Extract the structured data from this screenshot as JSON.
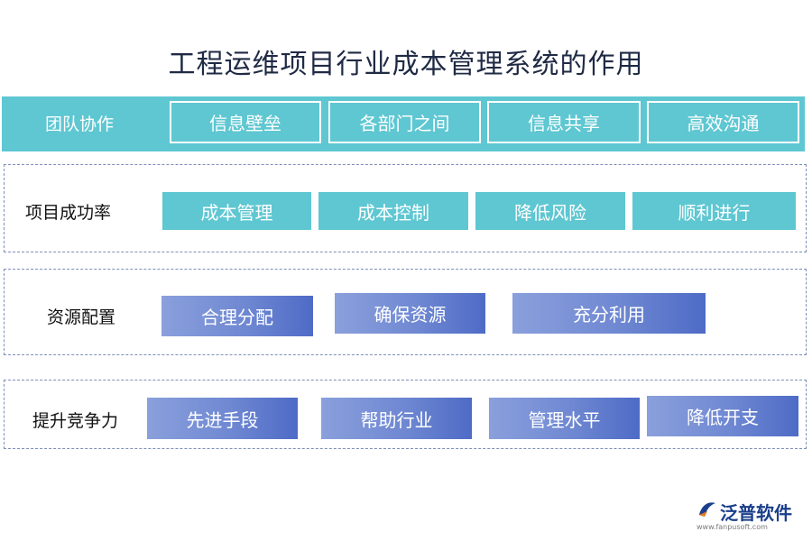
{
  "title": "工程运维项目行业成本管理系统的作用",
  "rows": [
    {
      "label": "团队协作",
      "items": [
        "信息壁垒",
        "各部门之间",
        "信息共享",
        "高效沟通"
      ]
    },
    {
      "label": "项目成功率",
      "items": [
        "成本管理",
        "成本控制",
        "降低风险",
        "顺利进行"
      ]
    },
    {
      "label": "资源配置",
      "items": [
        "合理分配",
        "确保资源",
        "充分利用"
      ]
    },
    {
      "label": "提升竞争力",
      "items": [
        "先进手段",
        "帮助行业",
        "管理水平",
        "降低开支"
      ]
    }
  ],
  "logo": {
    "name": "泛普软件",
    "url": "www.fanpusoft.com"
  },
  "colors": {
    "teal": "#5ec7d2",
    "blue": "#6f88d2",
    "title": "#1f2a44"
  }
}
